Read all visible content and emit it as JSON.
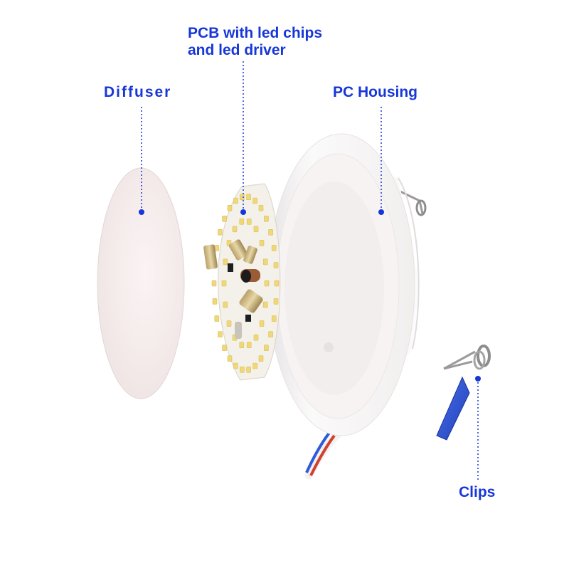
{
  "colors": {
    "accent": "#1736d8",
    "leader": "#1736d8",
    "diffuser": "#f6ecec",
    "pcb": "#f4f1ea",
    "led": "#f0d878",
    "housing": "#faf7f7",
    "clip_blue": "#2a4fd0",
    "wire_red": "#d2402e",
    "wire_blue": "#2f5bd8"
  },
  "labels": {
    "diffuser": "Diffuser",
    "pcb_line1": "PCB with led chips",
    "pcb_line2": "and led driver",
    "housing": "PC Housing",
    "clips": "Clips"
  },
  "icons": {
    "diffuser": "diffuser-disc-icon",
    "pcb": "led-pcb-board-icon",
    "housing": "pc-housing-icon",
    "clip": "spring-clip-icon"
  }
}
